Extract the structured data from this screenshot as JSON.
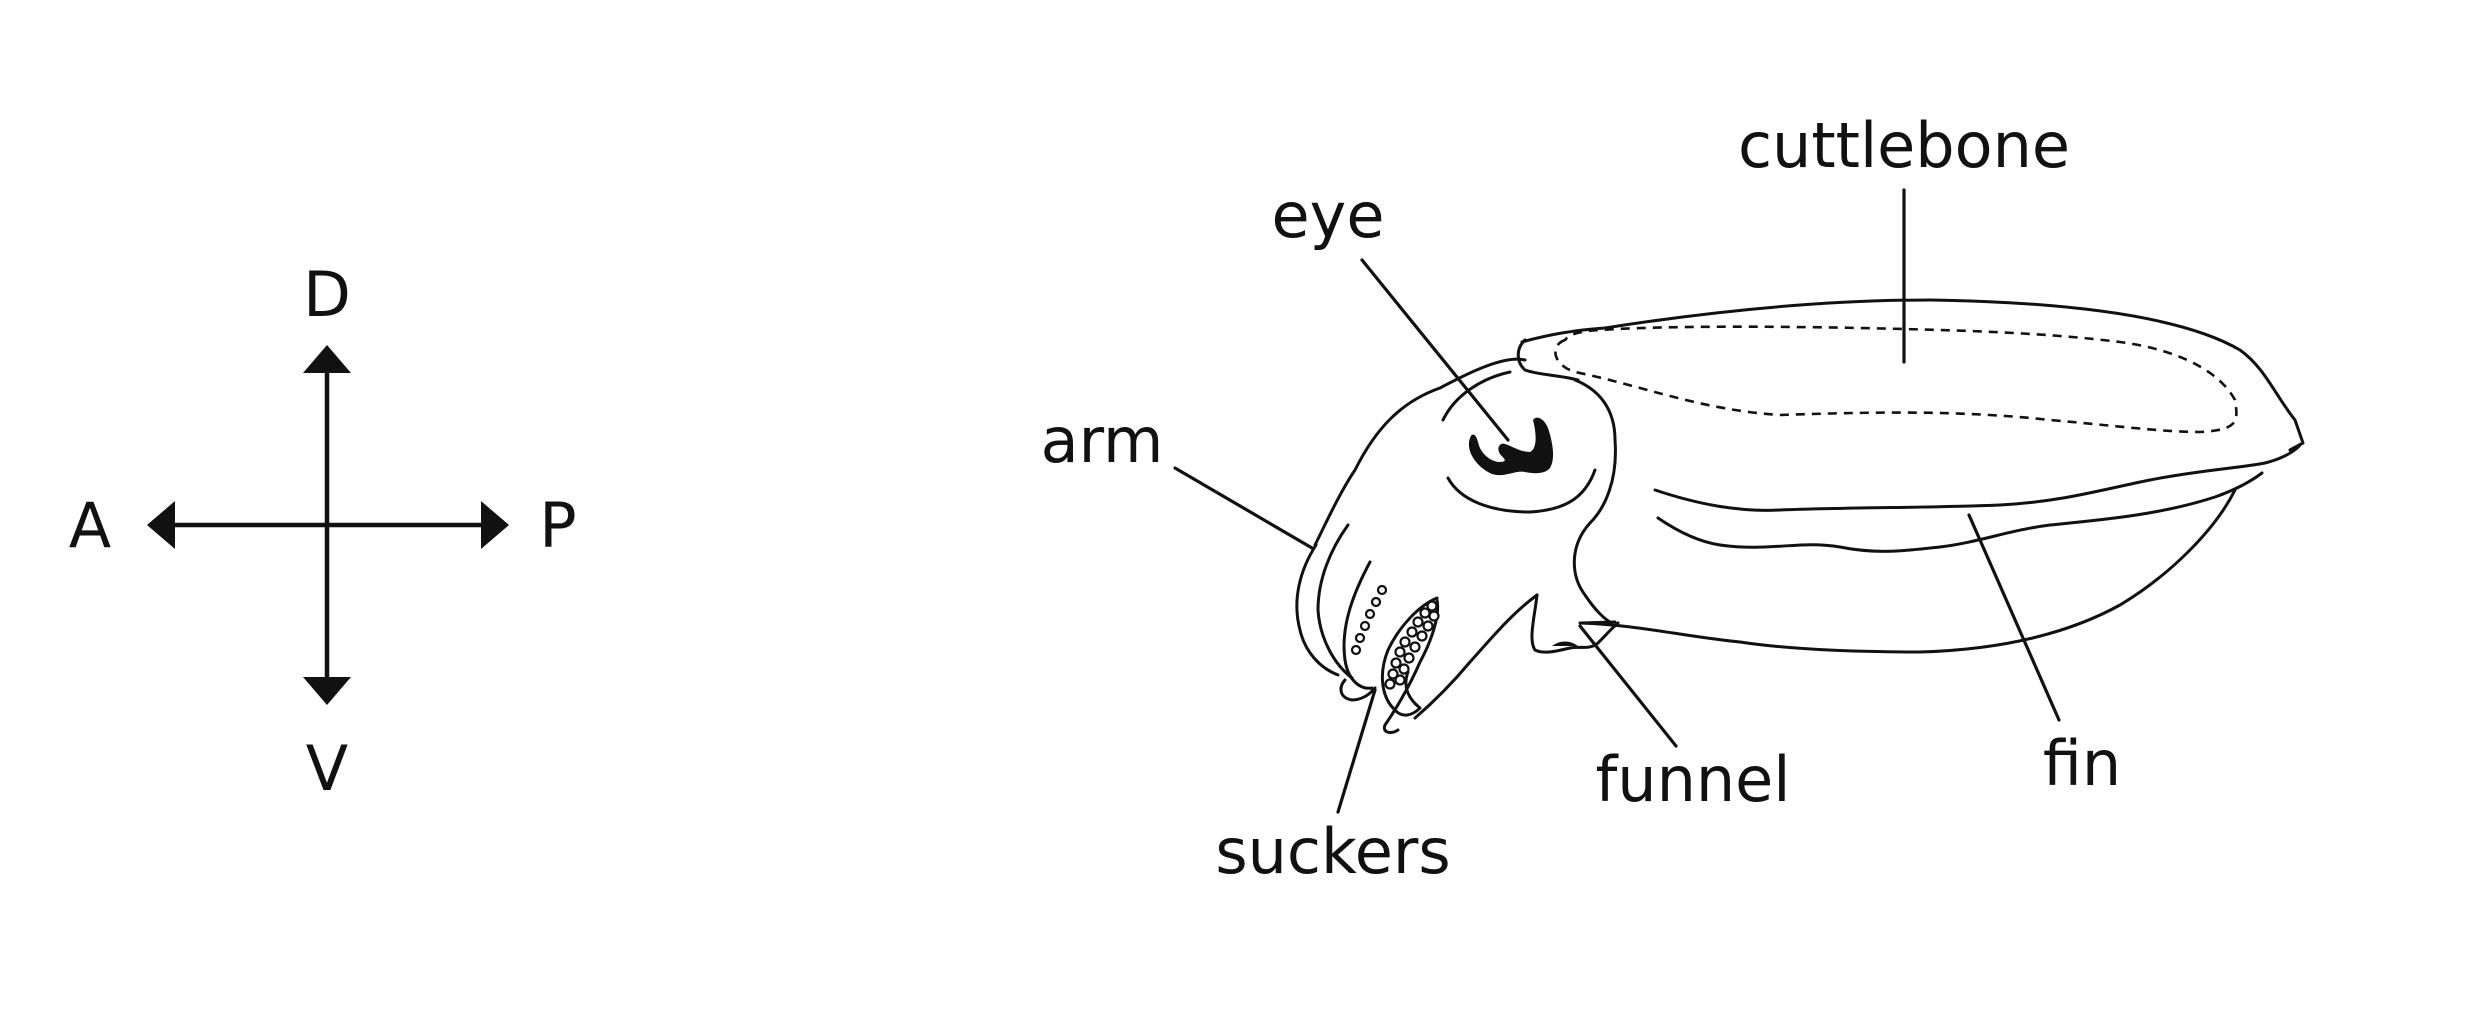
{
  "compass": {
    "dorsal": "D",
    "ventral": "V",
    "anterior": "A",
    "posterior": "P"
  },
  "labels": {
    "cuttlebone": "cuttlebone",
    "eye": "eye",
    "arm": "arm",
    "suckers": "suckers",
    "funnel": "funnel",
    "fin": "fin"
  },
  "colors": {
    "ink": "#111111",
    "background": "#ffffff"
  }
}
